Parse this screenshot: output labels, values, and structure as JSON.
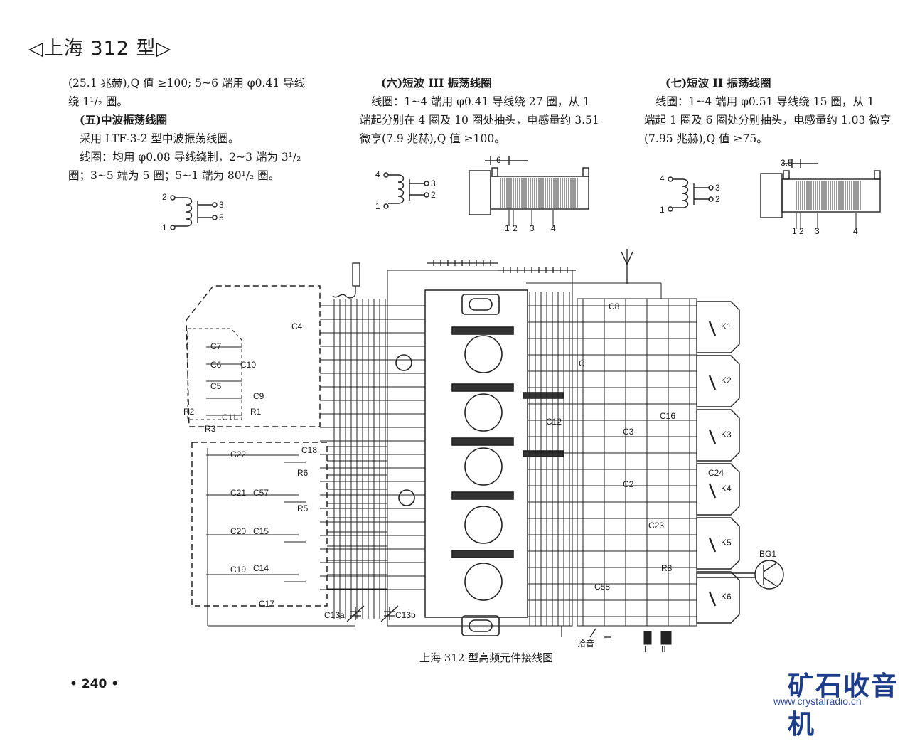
{
  "header": {
    "title": "◁上海 312 型▷"
  },
  "col1": {
    "line1": "(25.1 兆赫),Q 值 ≥100;  5~6 端用 φ0.41 导线",
    "line2": "绕 1¹/₂ 圈。",
    "sec_title": "(五)中波振荡线圈",
    "line3": "采用 LTF-3-2 型中波振荡线圈。",
    "line4": "线圈：均用 φ0.08 导线绕制，2~3 端为 3¹/₂",
    "line5": "圈；3~5 端为 5 圈；5~1 端为 80¹/₂ 圈。",
    "coil_labels": [
      "2",
      "3",
      "5",
      "1"
    ]
  },
  "col2": {
    "sec_title": "(六)短波 III 振荡线圈",
    "line1": "线圈：1~4 端用 φ0.41 导线绕 27 圈，从 1",
    "line2": "端起分别在 4 圈及 10 圈处抽头，电感量约 3.51",
    "line3": "微亨(7.9 兆赫),Q 值 ≥100。",
    "coil_labels": [
      "4",
      "3",
      "2",
      "1"
    ],
    "dim": "6",
    "tap_labels": [
      "1",
      "2",
      "3",
      "4"
    ]
  },
  "col3": {
    "sec_title": "(七)短波 II 振荡线圈",
    "line1": "线圈：1~4 端用 φ0.51 导线绕 15 圈，从 1",
    "line2": "端起 1 圈及 6 圈处分别抽头，电感量约 1.03 微亨",
    "line3": "(7.95 兆赫),Q 值 ≥75。",
    "coil_labels": [
      "4",
      "3",
      "2",
      "1"
    ],
    "dim": "3.5",
    "tap_labels": [
      "1",
      "2",
      "3",
      "4"
    ]
  },
  "schematic": {
    "components": [
      "C7",
      "C6",
      "C5",
      "C4",
      "C10",
      "C9",
      "C11",
      "R1",
      "R2",
      "R3",
      "C22",
      "C21",
      "C20",
      "C19",
      "C18",
      "C57",
      "C15",
      "C14",
      "C17",
      "R6",
      "R5",
      "C13a",
      "C13b",
      "C8",
      "C12",
      "C3",
      "C2",
      "C16",
      "C24",
      "C23",
      "R8",
      "C58",
      "C"
    ],
    "switches": [
      "K1",
      "K2",
      "K3",
      "K4",
      "K5",
      "K6"
    ],
    "transistor": "BG1",
    "pickup": "拾音",
    "terminals": [
      "I",
      "II"
    ],
    "caption": "上海 312 型高频元件接线图"
  },
  "footer": {
    "page": "• 240 •"
  },
  "watermark": {
    "cn": "矿石收音机",
    "url": "www.crystalradio.cn"
  }
}
